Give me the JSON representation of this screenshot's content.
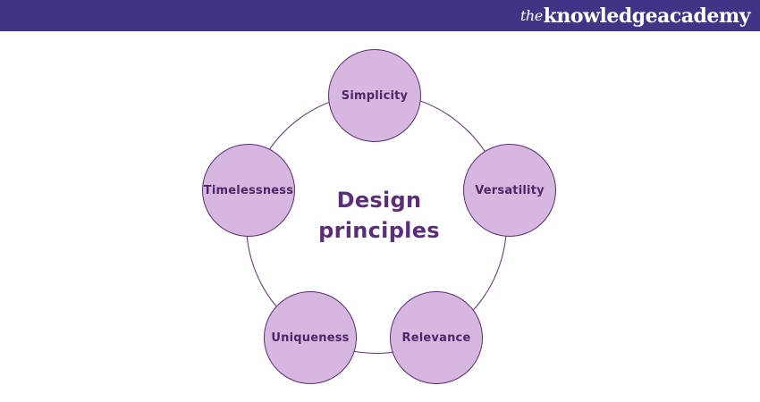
{
  "header": {
    "background_color": "#423387",
    "logo_the": "the",
    "logo_knowledge": "knowledge",
    "logo_academy": "academy"
  },
  "diagram": {
    "title_line1": "Design",
    "title_line2": "principles",
    "colors": {
      "circle_fill": "#D5B7E0",
      "circle_border": "#5E2C76",
      "ring_stroke": "#5E2C76",
      "title_text": "#5C2D79",
      "label_text": "#4E2766"
    },
    "nodes": [
      {
        "label": "Simplicity"
      },
      {
        "label": "Versatility"
      },
      {
        "label": "Relevance"
      },
      {
        "label": "Uniqueness"
      },
      {
        "label": "Timelessness"
      }
    ]
  }
}
